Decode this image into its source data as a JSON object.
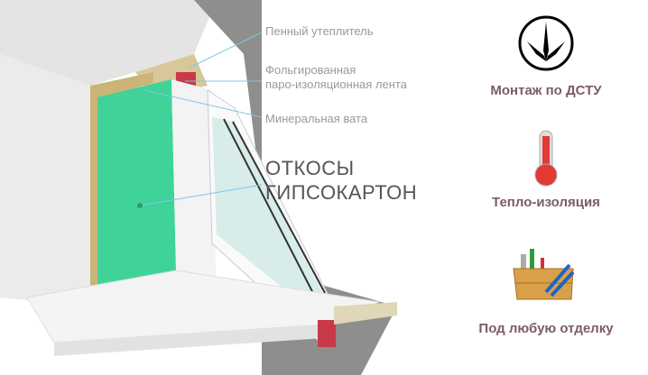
{
  "callouts": [
    {
      "text": "Пенный утеплитель"
    },
    {
      "text_line1": "Фольгированная",
      "text_line2": "паро-изоляционная лента"
    },
    {
      "text": "Минеральная вата"
    }
  ],
  "main_label": {
    "line1": "ОТКОСЫ",
    "line2": "ГИПСОКАРТОН"
  },
  "features": [
    {
      "icon": "dstu-mark-icon",
      "label": "Монтаж по ДСТУ"
    },
    {
      "icon": "thermometer-icon",
      "label": "Тепло-изоляция"
    },
    {
      "icon": "toolbox-icon",
      "label": "Под любую отделку"
    }
  ],
  "colors": {
    "accent_text": "#7c5b66",
    "gypsum": "#3fd39a",
    "callout_line": "#7ec8e3"
  }
}
